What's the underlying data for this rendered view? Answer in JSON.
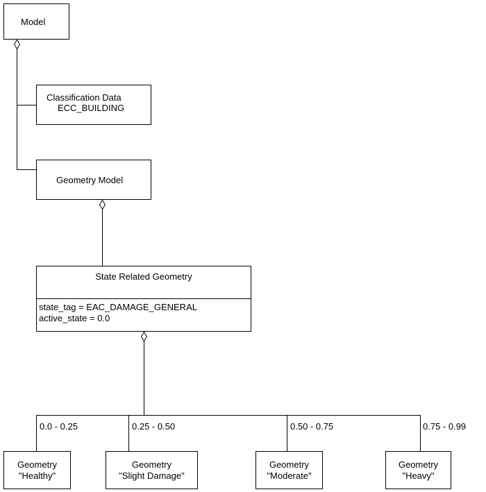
{
  "diagram": {
    "nodes": {
      "model": {
        "label": "Model"
      },
      "classification_data": {
        "line1": "Classification Data",
        "line2": "ECC_BUILDING"
      },
      "geometry_model": {
        "label": "Geometry Model"
      },
      "state_related_geometry": {
        "title": "State Related Geometry",
        "attributes": [
          "state_tag = EAC_DAMAGE_GENERAL",
          "active_state = 0.0"
        ]
      },
      "states": [
        {
          "range": "0.0 - 0.25",
          "line1": "Geometry",
          "line2": "\"Healthy\""
        },
        {
          "range": "0.25 - 0.50",
          "line1": "Geometry",
          "line2": "\"Slight Damage\""
        },
        {
          "range": "0.50 - 0.75",
          "line1": "Geometry",
          "line2": "\"Moderate\""
        },
        {
          "range": "0.75 - 0.99",
          "line1": "Geometry",
          "line2": "\"Heavy\""
        }
      ]
    },
    "colors": {
      "background": "#ffffff",
      "line": "#000000",
      "text": "#000000"
    }
  }
}
